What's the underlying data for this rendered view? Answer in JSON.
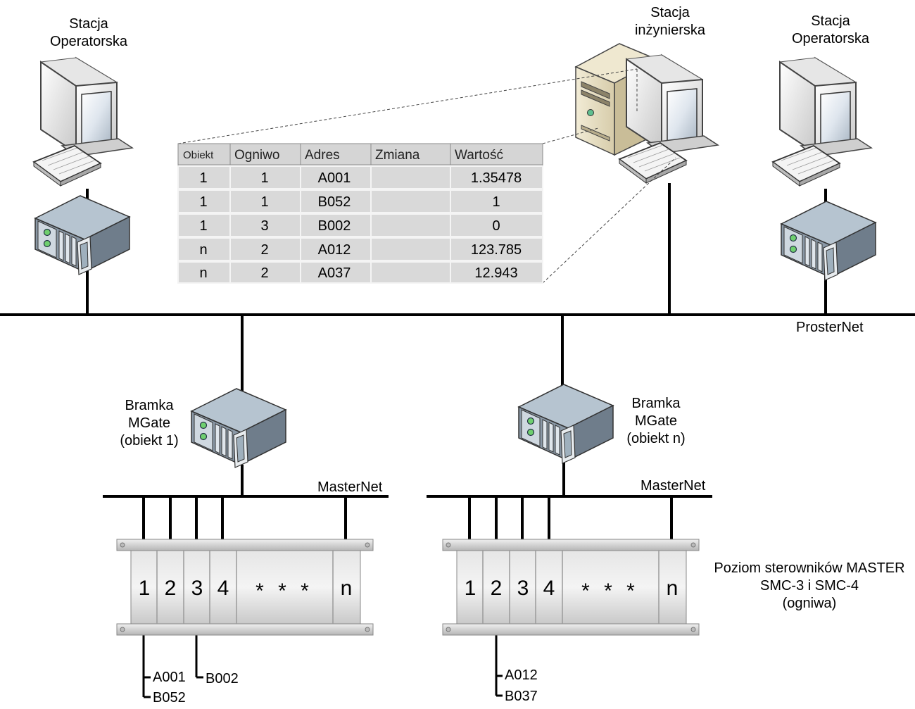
{
  "labels": {
    "op_left": [
      "Stacja",
      "Operatorska"
    ],
    "eng": [
      "Stacja",
      "inżynierska"
    ],
    "op_right": [
      "Stacja",
      "Operatorska"
    ],
    "proster": "ProsterNet",
    "gate_left": [
      "Bramka",
      "MGate",
      "(obiekt 1)"
    ],
    "gate_right": [
      "Bramka",
      "MGate",
      "(obiekt n)"
    ],
    "master_left": "MasterNet",
    "master_right": "MasterNet",
    "level": [
      "Poziom sterowników MASTER",
      "SMC-3 i SMC-4",
      "(ogniwa)"
    ]
  },
  "table": {
    "headers": [
      "Obiekt",
      "Ogniwo",
      "Adres",
      "Zmiana",
      "Wartość"
    ],
    "rows": [
      [
        "1",
        "1",
        "A001",
        "",
        "1.35478"
      ],
      [
        "1",
        "1",
        "B052",
        "",
        "1"
      ],
      [
        "1",
        "3",
        "B002",
        "",
        "0"
      ],
      [
        "n",
        "2",
        "A012",
        "",
        "123.785"
      ],
      [
        "n",
        "2",
        "A037",
        "",
        "12.943"
      ]
    ]
  },
  "racks": {
    "slots": [
      "1",
      "2",
      "3",
      "4",
      "* * *",
      "n"
    ]
  },
  "addresses": {
    "left": [
      "A001",
      "B052",
      "B002"
    ],
    "right": [
      "A012",
      "B037"
    ]
  },
  "colors": {
    "line": "#000000",
    "server_body": "#7d8b98",
    "server_top": "#b8c7d3",
    "led": "#5fbf5f",
    "rack": "#d2d2d2",
    "table_header": "#d8d8d8",
    "table_row": "#e2e2e2"
  }
}
